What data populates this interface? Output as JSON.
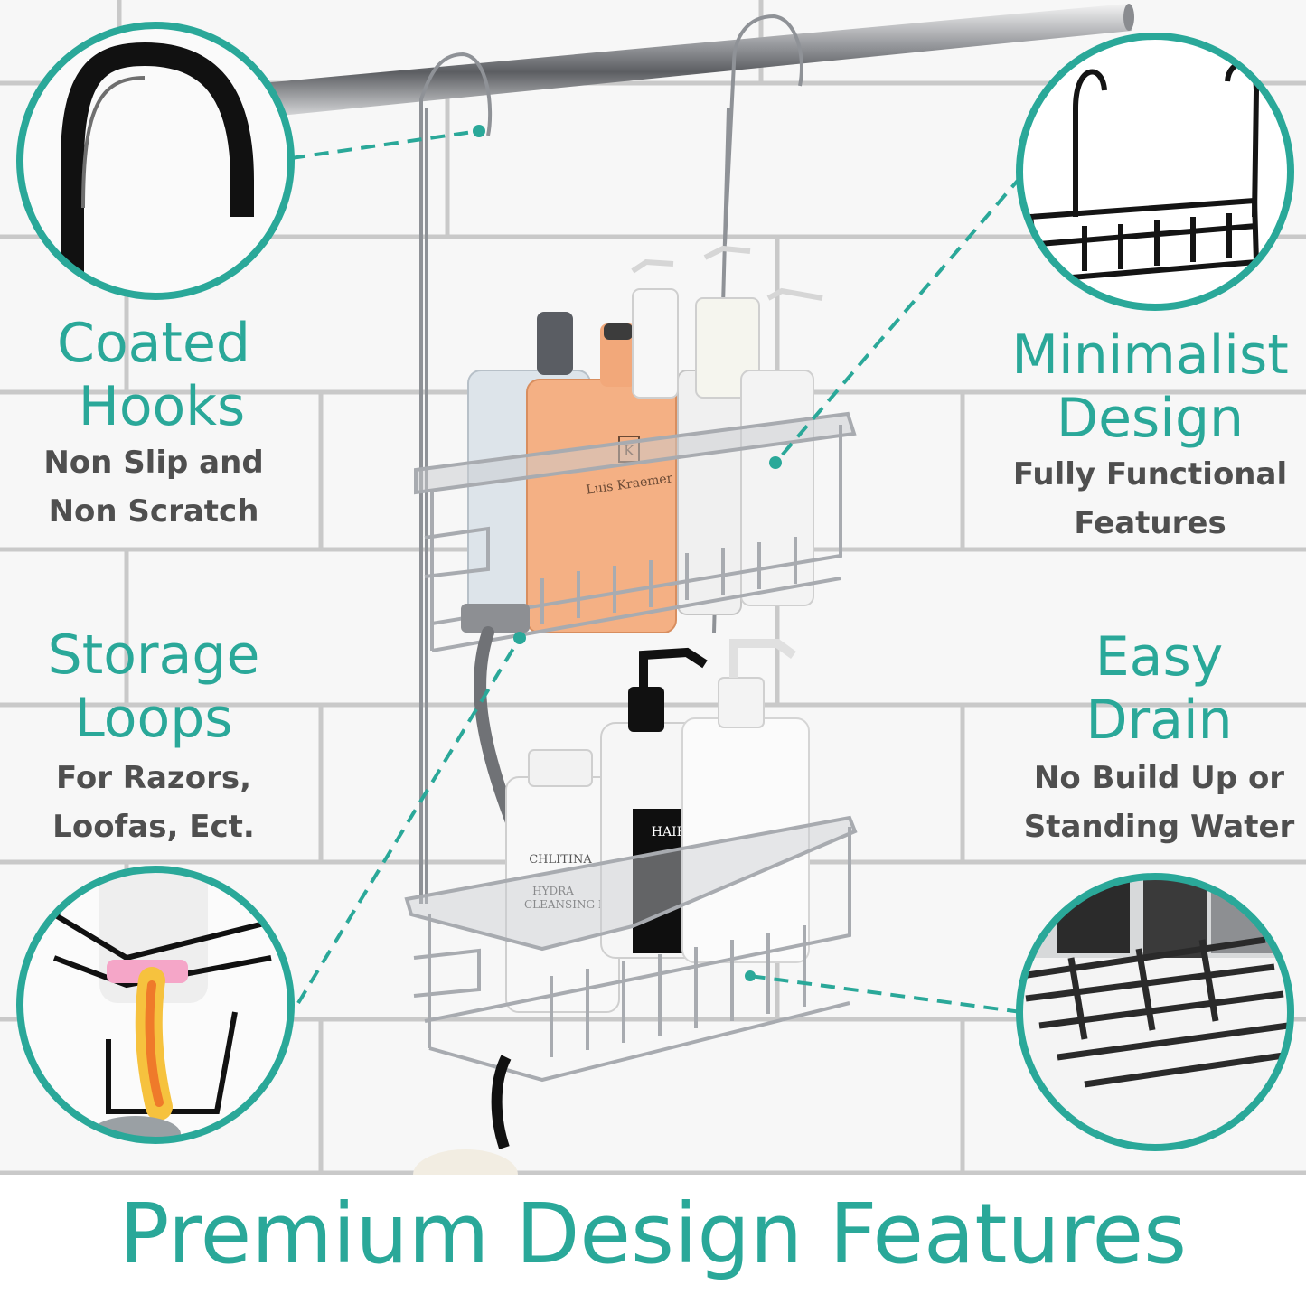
{
  "features": {
    "coated_hooks": {
      "title": [
        "Coated",
        "Hooks"
      ],
      "sub": [
        "Non Slip and",
        "Non Scratch"
      ]
    },
    "storage_loops": {
      "title": [
        "Storage",
        "Loops"
      ],
      "sub": [
        "For Razors,",
        "Loofas, Ect."
      ]
    },
    "minimalist_design": {
      "title": [
        "Minimalist",
        "Design"
      ],
      "sub": [
        "Fully Functional",
        "Features"
      ]
    },
    "easy_drain": {
      "title": [
        "Easy",
        "Drain"
      ],
      "sub": [
        "No Build Up or",
        "Standing Water"
      ]
    }
  },
  "bottles": {
    "amber_brand": "Luis Kraemer",
    "amber_logo": "K",
    "chlitina": "CHLITINA",
    "hydra": "HYDRA",
    "cleansing": "CLEANSING FO",
    "hair": "HAIR"
  },
  "banner": "Premium Design Features",
  "colors": {
    "accent": "#2aa899",
    "text_gray": "#4f4f4f",
    "chrome": "#b9bcc0"
  }
}
